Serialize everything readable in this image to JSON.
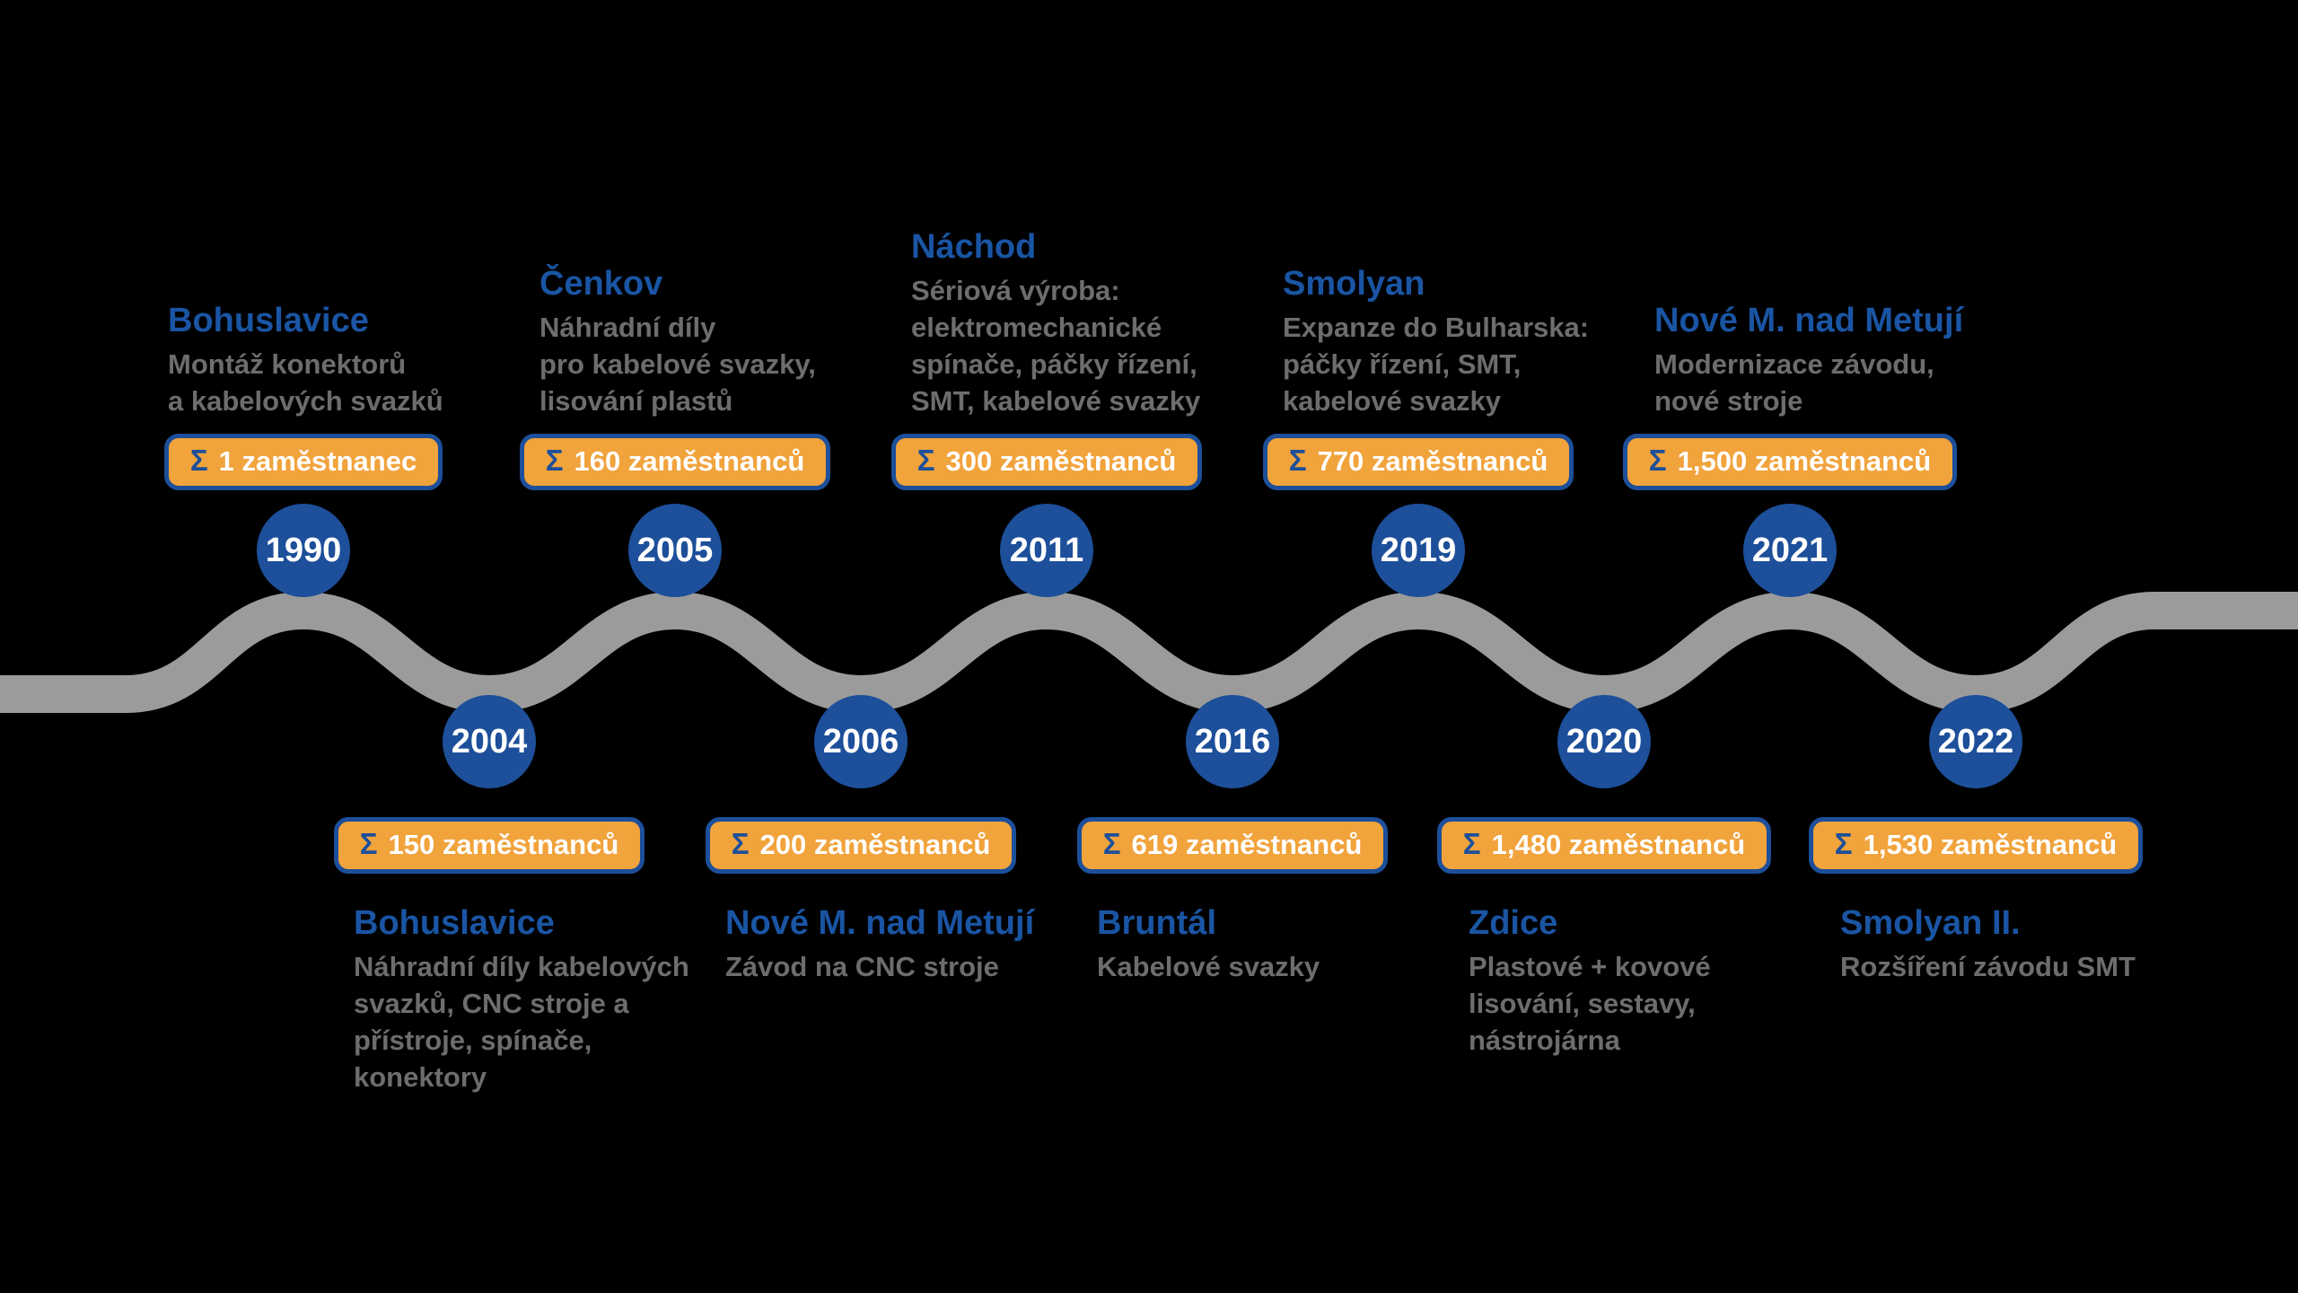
{
  "sigma_symbol": "Σ",
  "colors": {
    "background": "#000000",
    "wave": "#9B9B9B",
    "year_circle": "#1D4F9A",
    "event_title": "#1A55A4",
    "event_description": "#6D6D70",
    "badge_fill": "#F1A33C",
    "badge_border": "#1D4F9A",
    "badge_text": "#FFFFFF",
    "badge_sigma": "#1D4F9A"
  },
  "events": [
    {
      "year": "1990",
      "title": "Bohuslavice",
      "description": "Montáž konektorů\na kabelových svazků",
      "badge": "1 zaměstnanec"
    },
    {
      "year": "2004",
      "title": "Bohuslavice",
      "description": "Náhradní díly kabelových\nsvazků, CNC stroje a\npřístroje, spínače, konektory",
      "badge": "150 zaměstnanců"
    },
    {
      "year": "2005",
      "title": "Čenkov",
      "description": "Náhradní díly\npro kabelové svazky,\nlisování plastů",
      "badge": "160 zaměstnanců"
    },
    {
      "year": "2006",
      "title": "Nové M. nad Metují",
      "description": "Závod na CNC stroje",
      "badge": "200 zaměstnanců"
    },
    {
      "year": "2011",
      "title": "Náchod",
      "description": "Sériová výroba:\nelektromechanické\nspínače, páčky řízení,\nSMT, kabelové svazky",
      "badge": "300 zaměstnanců"
    },
    {
      "year": "2016",
      "title": "Bruntál",
      "description": "Kabelové svazky",
      "badge": "619 zaměstnanců"
    },
    {
      "year": "2019",
      "title": "Smolyan",
      "description": "Expanze do Bulharska:\npáčky řízení, SMT,\nkabelové svazky",
      "badge": "770 zaměstnanců"
    },
    {
      "year": "2020",
      "title": "Zdice",
      "description": "Plastové + kovové\nlisování, sestavy,\nnástrojárna",
      "badge": "1,480 zaměstnanců"
    },
    {
      "year": "2021",
      "title": "Nové M. nad Metují",
      "description": "Modernizace závodu,\nnové stroje",
      "badge": "1,500 zaměstnanců"
    },
    {
      "year": "2022",
      "title": "Smolyan II.",
      "description": "Rozšíření závodu SMT",
      "badge": "1,530 zaměstnanců"
    }
  ]
}
